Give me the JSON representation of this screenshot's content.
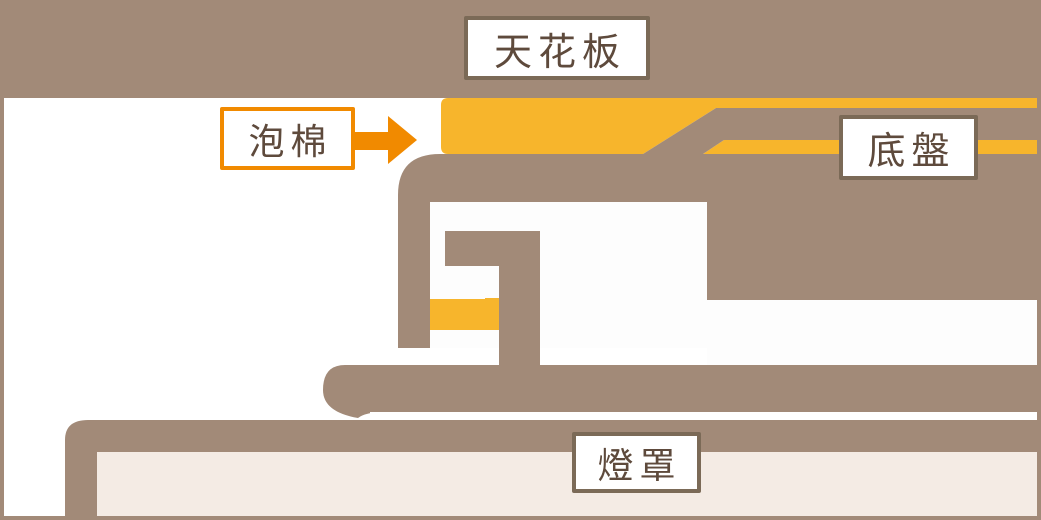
{
  "colors": {
    "structure": "#a28a78",
    "foam": "#f7b52c",
    "arrow": "#f18a00",
    "label_border": "#7b6a57",
    "label_text": "#5e4a3c",
    "lamp_cover_fill": "#f4ebe4",
    "background": "#ffffff"
  },
  "labels": {
    "ceiling": "天花板",
    "foam": "泡棉",
    "base_plate": "底盤",
    "lamp_cover": "燈罩"
  },
  "annotations": [
    {
      "id": "foam",
      "text": "泡棉",
      "pointer": "arrow-right",
      "target": "foam strip under ceiling"
    }
  ]
}
